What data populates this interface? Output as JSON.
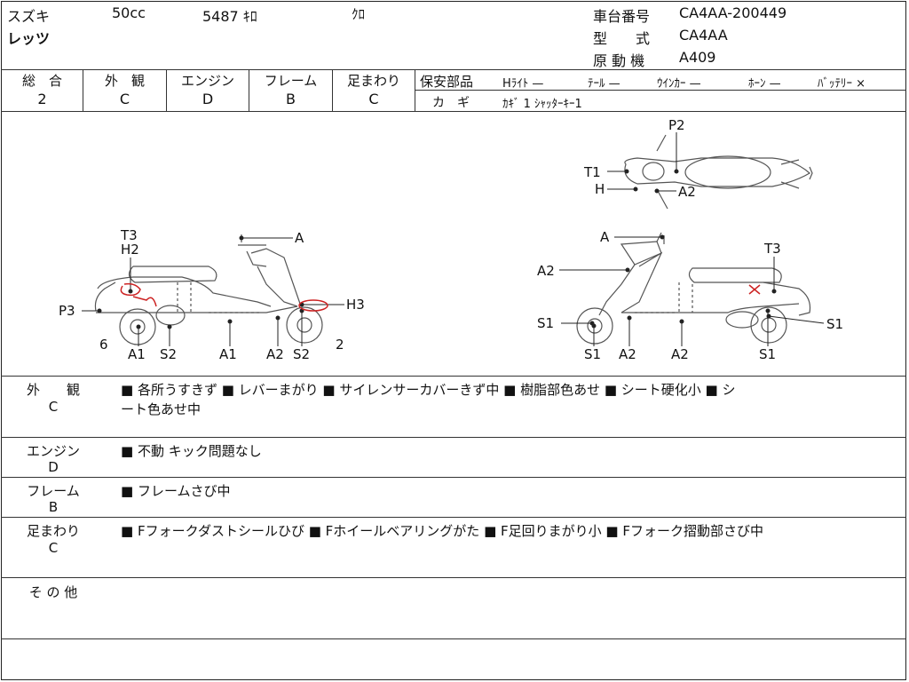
{
  "header": {
    "maker": "スズキ",
    "displacement": "50cc",
    "mileage": "5487 ｷﾛ",
    "color": "ｸﾛ",
    "model_name": "レッツ",
    "chassis_label": "車台番号",
    "chassis_value": "CA4AA-200449",
    "type_label": "型　　式",
    "type_value": "CA4AA",
    "engine_label": "原 動 機",
    "engine_value": "A409"
  },
  "grades": [
    {
      "label": "総　合",
      "value": "2"
    },
    {
      "label": "外　観",
      "value": "C"
    },
    {
      "label": "エンジン",
      "value": "D"
    },
    {
      "label": "フレーム",
      "value": "B"
    },
    {
      "label": "足まわり",
      "value": "C"
    }
  ],
  "safety": {
    "label": "保安部品",
    "items": [
      "Hﾗｲﾄ —",
      "ﾃｰﾙ —",
      "ｳｲﾝｶｰ —",
      "ﾎｰﾝ —",
      "ﾊﾞｯﾃﾘｰ ×"
    ],
    "key_label": "カ　ギ",
    "key_value": "ｶｷﾞ 1 ｼｬｯﾀｰｷｰ1"
  },
  "diagram_labels": {
    "left": {
      "t3": "T3",
      "h2": "H2",
      "a_top": "A",
      "h3": "H3",
      "p3": "P3",
      "six": "6",
      "a1a": "A1",
      "s2a": "S2",
      "a1b": "A1",
      "a2": "A2",
      "s2b": "S2",
      "two": "2"
    },
    "top": {
      "p2": "P2",
      "t1": "T1",
      "h": "H",
      "a2": "A2"
    },
    "right": {
      "a_top": "A",
      "t3": "T3",
      "a2_upper": "A2",
      "s1_left": "S1",
      "s1_right": "S1",
      "s1_bottom_left": "S1",
      "a2_bottom_1": "A2",
      "a2_bottom_2": "A2",
      "s1_bottom_right": "S1"
    }
  },
  "sections": [
    {
      "label": "外　　観",
      "grade": "C",
      "text_line1": "■ 各所うすきず ■ レバーまがり ■ サイレンサーカバーきず中 ■ 樹脂部色あせ ■ シート硬化小 ■ シ",
      "text_line2": "ート色あせ中"
    },
    {
      "label": "エンジン",
      "grade": "D",
      "text_line1": "■ 不動 キック問題なし",
      "text_line2": ""
    },
    {
      "label": "フレーム",
      "grade": "B",
      "text_line1": "■ フレームさび中",
      "text_line2": ""
    },
    {
      "label": "足まわり",
      "grade": "C",
      "text_line1": "■ Fフォークダストシールひび ■ Fホイールベアリングがた ■ F足回りまがり小 ■ Fフォーク摺動部さび中",
      "text_line2": ""
    },
    {
      "label": "そ の 他",
      "grade": "",
      "text_line1": "",
      "text_line2": ""
    }
  ],
  "colors": {
    "line": "#333333",
    "mark_red": "#cc2222",
    "text": "#111111"
  }
}
